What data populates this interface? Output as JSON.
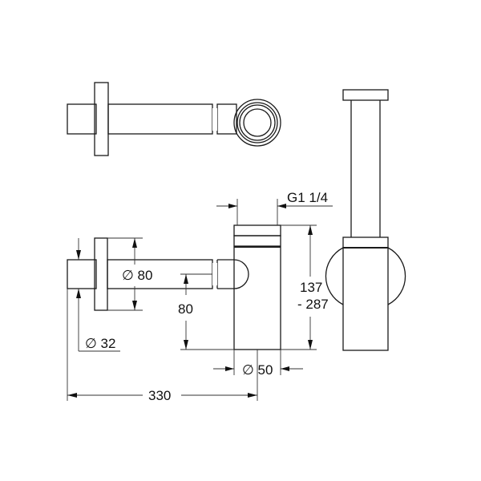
{
  "drawing": {
    "title": "Bottle trap dimension drawing",
    "views": [
      "top-view",
      "front-view",
      "side-view"
    ],
    "dimensions": {
      "thread": "G1 1/4",
      "flange_diameter": "∅ 80",
      "outlet_height": "80",
      "pipe_diameter": "∅ 32",
      "body_diameter": "∅ 50",
      "total_length": "330",
      "height_range_line1": "137",
      "height_range_line2": "- 287"
    },
    "colors": {
      "line": "#1a1a1a",
      "background": "#ffffff"
    }
  }
}
